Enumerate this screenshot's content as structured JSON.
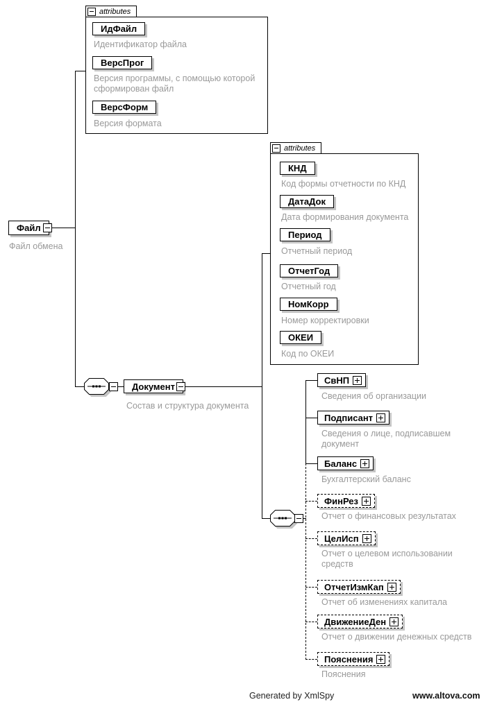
{
  "labels": {
    "attributes": "attributes"
  },
  "icons": {
    "collapse": "minus-box-icon",
    "expand": "plus-box-icon",
    "sequence": "sequence-octagon-icon"
  },
  "colors": {
    "line": "#000000",
    "shadow": "#c4c4c4",
    "annotation": "#999999"
  },
  "file": {
    "name": "Файл",
    "annotation": "Файл обмена"
  },
  "file_attributes": [
    {
      "name": "ИдФайл",
      "annotation": "Идентификатор файла"
    },
    {
      "name": "ВерсПрог",
      "annotation": "Версия программы, с помощью которой сформирован файл"
    },
    {
      "name": "ВерсФорм",
      "annotation": "Версия формата"
    }
  ],
  "document": {
    "name": "Документ",
    "annotation": "Состав и структура документа"
  },
  "document_attributes": [
    {
      "name": "КНД",
      "annotation": "Код формы отчетности по КНД"
    },
    {
      "name": "ДатаДок",
      "annotation": "Дата формирования документа"
    },
    {
      "name": "Период",
      "annotation": "Отчетный период"
    },
    {
      "name": "ОтчетГод",
      "annotation": "Отчетный год"
    },
    {
      "name": "НомКорр",
      "annotation": "Номер корректировки"
    },
    {
      "name": "ОКЕИ",
      "annotation": "Код по ОКЕИ"
    }
  ],
  "document_children": [
    {
      "name": "СвНП",
      "annotation": "Сведения об организации",
      "optional": false
    },
    {
      "name": "Подписант",
      "annotation": "Сведения о лице, подписавшем документ",
      "optional": false
    },
    {
      "name": "Баланс",
      "annotation": "Бухгалтерский баланс",
      "optional": false
    },
    {
      "name": "ФинРез",
      "annotation": "Отчет о финансовых результатах",
      "optional": true
    },
    {
      "name": "ЦелИсп",
      "annotation": "Отчет о целевом использовании средств",
      "optional": true
    },
    {
      "name": "ОтчетИзмКап",
      "annotation": "Отчет об изменениях капитала",
      "optional": true
    },
    {
      "name": "ДвижениеДен",
      "annotation": "Отчет о движении денежных средств",
      "optional": true
    },
    {
      "name": "Пояснения",
      "annotation": "Пояснения",
      "optional": true
    }
  ],
  "footer": {
    "generated": "Generated by XmlSpy",
    "site": "www.altova.com"
  }
}
